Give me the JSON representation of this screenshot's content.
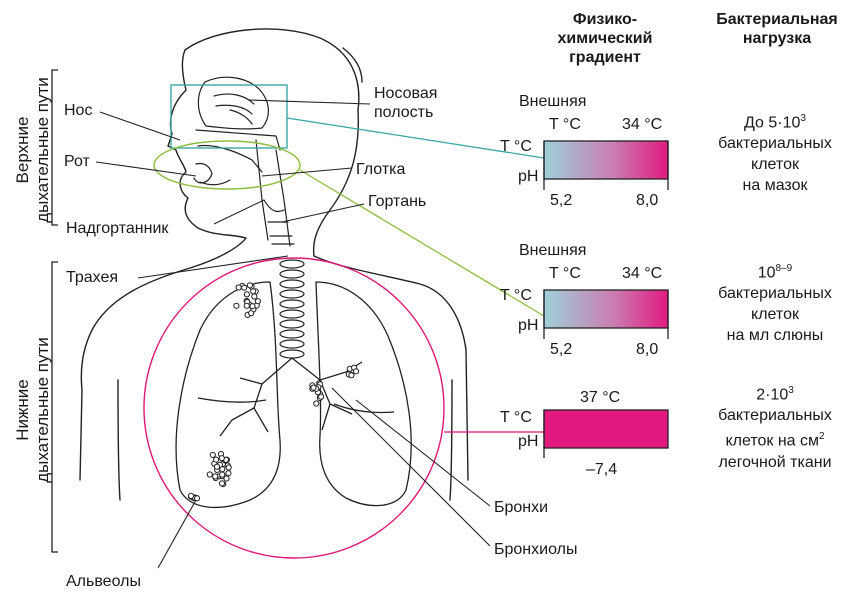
{
  "columns": {
    "gradient_heading": [
      "Физико-",
      "химический",
      "градиент"
    ],
    "load_heading": [
      "Бактериальная",
      "нагрузка"
    ]
  },
  "regions": {
    "upper": [
      "Верхние",
      "дыхательные пути"
    ],
    "lower": [
      "Нижние",
      "дыхательные пути"
    ]
  },
  "anatomy_labels": {
    "nose": "Нос",
    "mouth": "Рот",
    "epiglottis": "Надгортанник",
    "trachea": "Трахея",
    "nasal_cavity_1": "Носовая",
    "nasal_cavity_2": "полость",
    "pharynx": "Глотка",
    "larynx": "Гортань",
    "alveoli": "Альвеолы",
    "bronchi": "Бронхи",
    "bronchioles": "Бронхиолы"
  },
  "gradients": [
    {
      "top_label": "Внешняя",
      "temp_left": "T °C",
      "temp_right": "34 °C",
      "t_axis": "T °C",
      "ph_axis": "pH",
      "ph_left": "5,2",
      "ph_right": "8,0"
    },
    {
      "top_label": "Внешняя",
      "temp_left": "T °C",
      "temp_right": "34 °C",
      "t_axis": "T °C",
      "ph_axis": "pH",
      "ph_left": "5,2",
      "ph_right": "8,0"
    },
    {
      "temp_center": "37 °C",
      "t_axis": "T °C",
      "ph_axis": "pH",
      "ph_center": "–7,4"
    }
  ],
  "bacterial_load": [
    {
      "line1": "До 5·10",
      "line1_sup": "3",
      "line2": "бактериальных",
      "line3": "клеток",
      "line4": "на мазок"
    },
    {
      "line1": "10",
      "line1_sup": "8–9",
      "line2": "бактериальных",
      "line3": "клеток",
      "line4": "на мл слюны"
    },
    {
      "line1": "2·10",
      "line1_sup": "3",
      "line2": "бактериальных",
      "line3": "клеток на см",
      "line3_sup": "2",
      "line4": "легочной ткани"
    }
  ],
  "colors": {
    "teal": "#3aa6a6",
    "lime": "#8cbf3f",
    "magenta": "#e0157a",
    "gradient_start": "#9fd0da",
    "gradient_end": "#e21a80"
  }
}
